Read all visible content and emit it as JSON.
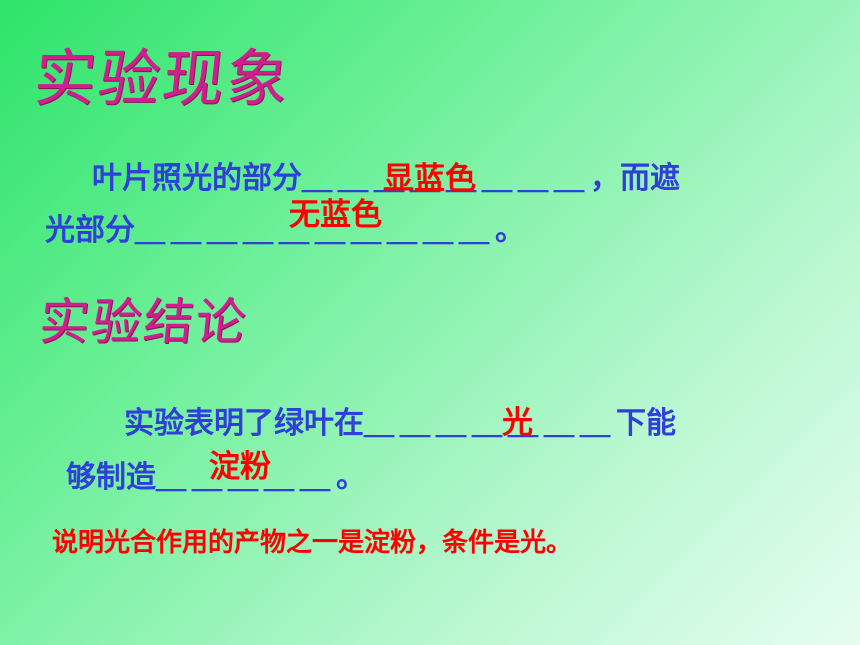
{
  "phenomenon": {
    "title": "实验现象",
    "line1_text": "叶片照光的部分",
    "line1_blank": "＿＿＿＿＿＿＿＿",
    "line1_tail": "，而遮",
    "line2_text": "光部分",
    "line2_blank": "＿＿＿＿＿＿＿＿＿＿",
    "line2_tail": "。",
    "answer1": "显蓝色",
    "answer2": "无蓝色"
  },
  "conclusion": {
    "title": "实验结论",
    "line1_text": "实验表明了绿叶在",
    "line1_blank": "＿＿＿＿＿＿＿",
    "line1_tail": "下能",
    "line2_text": "够制造",
    "line2_blank": "＿＿＿＿＿",
    "line2_tail": "。",
    "answer1": "光",
    "answer2": "淀粉"
  },
  "summary": "说明光合作用的产物之一是淀粉，条件是光。"
}
